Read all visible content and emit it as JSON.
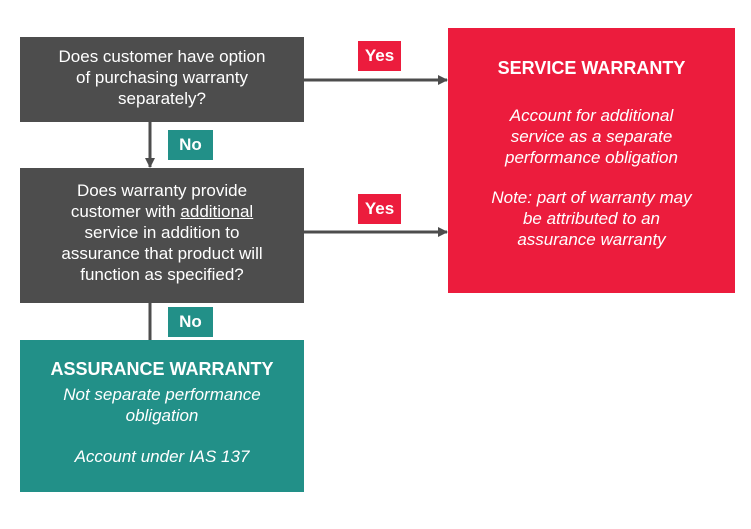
{
  "questions": [
    {
      "lines": [
        "Does customer have option",
        "of purchasing warranty",
        "separately?"
      ]
    },
    {
      "line1": "Does warranty provide",
      "line2_prefix": "customer with ",
      "line2_underlined": "additional ",
      "line3": "service in addition to",
      "line4": "assurance that product will",
      "line5": "function as specified?"
    }
  ],
  "service_warranty": {
    "title": "SERVICE WARRANTY",
    "paragraph1": [
      "Account for additional",
      "service as a separate",
      "performance obligation"
    ],
    "paragraph2": [
      "Note: part of warranty may",
      "be attributed to an",
      "assurance warranty"
    ]
  },
  "assurance_warranty": {
    "title": "ASSURANCE WARRANTY",
    "paragraph1": [
      "Not separate performance",
      "obligation"
    ],
    "paragraph2": [
      "Account under IAS 137"
    ]
  },
  "labels": {
    "yes": "Yes",
    "no": "No"
  },
  "colors": {
    "question": "#4d4d4d",
    "service": "#ec1c3d",
    "assurance": "#229088",
    "connector": "#4d4d4d"
  }
}
